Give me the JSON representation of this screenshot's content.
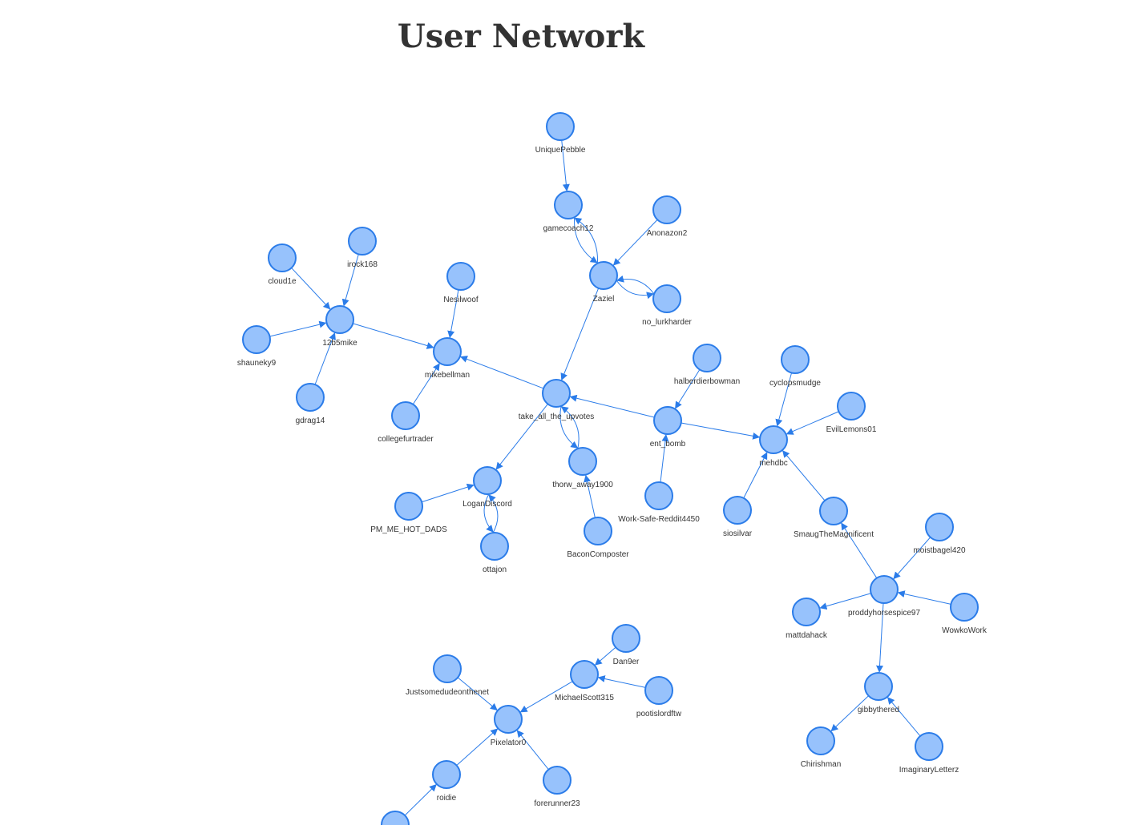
{
  "title": "User Network",
  "colors": {
    "node_fill": "#97c2fc",
    "node_border": "#2b7ce9",
    "edge": "#2b7ce9",
    "label": "#343434",
    "title": "#333333"
  },
  "nodes": [
    {
      "id": "UniquePebble",
      "label": "UniquePebble"
    },
    {
      "id": "gamecoach12",
      "label": "gamecoach12"
    },
    {
      "id": "Anonazon2",
      "label": "Anonazon2"
    },
    {
      "id": "Zaziel",
      "label": "Zaziel"
    },
    {
      "id": "no_lurkharder",
      "label": "no_lurkharder"
    },
    {
      "id": "irock168",
      "label": "irock168"
    },
    {
      "id": "cloud1e",
      "label": "cloud1e"
    },
    {
      "id": "12b5mike",
      "label": "12b5mike"
    },
    {
      "id": "shauneky9",
      "label": "shauneky9"
    },
    {
      "id": "gdrag14",
      "label": "gdrag14"
    },
    {
      "id": "Nesilwoof",
      "label": "Nesilwoof"
    },
    {
      "id": "mikebellman",
      "label": "mikebellman"
    },
    {
      "id": "collegefurtrader",
      "label": "collegefurtrader"
    },
    {
      "id": "take_all_the_upvotes",
      "label": "take_all_the_upvotes"
    },
    {
      "id": "halberdierbowman",
      "label": "halberdierbowman"
    },
    {
      "id": "ent_bomb",
      "label": "ent_bomb"
    },
    {
      "id": "cyclopsmudge",
      "label": "cyclopsmudge"
    },
    {
      "id": "EvilLemons01",
      "label": "EvilLemons01"
    },
    {
      "id": "mehdbc",
      "label": "mehdbc"
    },
    {
      "id": "thorw_away1900",
      "label": "thorw_away1900"
    },
    {
      "id": "LoganDiscord",
      "label": "LoganDiscord"
    },
    {
      "id": "PM_ME_HOT_DADS",
      "label": "PM_ME_HOT_DADS"
    },
    {
      "id": "ottajon",
      "label": "ottajon"
    },
    {
      "id": "BaconComposter",
      "label": "BaconComposter"
    },
    {
      "id": "Work-Safe-Reddit4450",
      "label": "Work-Safe-Reddit4450"
    },
    {
      "id": "siosilvar",
      "label": "siosilvar"
    },
    {
      "id": "SmaugTheMagnificent",
      "label": "SmaugTheMagnificent"
    },
    {
      "id": "moistbagel420",
      "label": "moistbagel420"
    },
    {
      "id": "proddyhorsespice97",
      "label": "proddyhorsespice97"
    },
    {
      "id": "mattdahack",
      "label": "mattdahack"
    },
    {
      "id": "WowkoWork",
      "label": "WowkoWork"
    },
    {
      "id": "gibbythered",
      "label": "gibbythered"
    },
    {
      "id": "Chirishman",
      "label": "Chirishman"
    },
    {
      "id": "ImaginaryLetterz",
      "label": "ImaginaryLetterz"
    },
    {
      "id": "Dan9er",
      "label": "Dan9er"
    },
    {
      "id": "MichaelScott315",
      "label": "MichaelScott315"
    },
    {
      "id": "pootislordftw",
      "label": "pootislordftw"
    },
    {
      "id": "Justsomedudeonthenet",
      "label": "Justsomedudeonthenet"
    },
    {
      "id": "Pixelator0",
      "label": "Pixelator0"
    },
    {
      "id": "roidie",
      "label": "roidie"
    },
    {
      "id": "forerunner23",
      "label": "forerunner23"
    },
    {
      "id": "offscreen-node",
      "label": ""
    }
  ],
  "edges": [
    {
      "from": "UniquePebble",
      "to": "gamecoach12"
    },
    {
      "from": "gamecoach12",
      "to": "Zaziel"
    },
    {
      "from": "Zaziel",
      "to": "gamecoach12"
    },
    {
      "from": "Anonazon2",
      "to": "Zaziel"
    },
    {
      "from": "Zaziel",
      "to": "no_lurkharder"
    },
    {
      "from": "no_lurkharder",
      "to": "Zaziel"
    },
    {
      "from": "Zaziel",
      "to": "take_all_the_upvotes"
    },
    {
      "from": "cloud1e",
      "to": "12b5mike"
    },
    {
      "from": "irock168",
      "to": "12b5mike"
    },
    {
      "from": "shauneky9",
      "to": "12b5mike"
    },
    {
      "from": "gdrag14",
      "to": "12b5mike"
    },
    {
      "from": "12b5mike",
      "to": "mikebellman"
    },
    {
      "from": "Nesilwoof",
      "to": "mikebellman"
    },
    {
      "from": "collegefurtrader",
      "to": "mikebellman"
    },
    {
      "from": "take_all_the_upvotes",
      "to": "mikebellman"
    },
    {
      "from": "take_all_the_upvotes",
      "to": "LoganDiscord"
    },
    {
      "from": "take_all_the_upvotes",
      "to": "thorw_away1900"
    },
    {
      "from": "thorw_away1900",
      "to": "take_all_the_upvotes"
    },
    {
      "from": "ent_bomb",
      "to": "take_all_the_upvotes"
    },
    {
      "from": "halberdierbowman",
      "to": "ent_bomb"
    },
    {
      "from": "Work-Safe-Reddit4450",
      "to": "ent_bomb"
    },
    {
      "from": "ent_bomb",
      "to": "mehdbc"
    },
    {
      "from": "cyclopsmudge",
      "to": "mehdbc"
    },
    {
      "from": "EvilLemons01",
      "to": "mehdbc"
    },
    {
      "from": "siosilvar",
      "to": "mehdbc"
    },
    {
      "from": "SmaugTheMagnificent",
      "to": "mehdbc"
    },
    {
      "from": "proddyhorsespice97",
      "to": "SmaugTheMagnificent"
    },
    {
      "from": "PM_ME_HOT_DADS",
      "to": "LoganDiscord"
    },
    {
      "from": "LoganDiscord",
      "to": "ottajon"
    },
    {
      "from": "ottajon",
      "to": "LoganDiscord"
    },
    {
      "from": "BaconComposter",
      "to": "thorw_away1900"
    },
    {
      "from": "moistbagel420",
      "to": "proddyhorsespice97"
    },
    {
      "from": "WowkoWork",
      "to": "proddyhorsespice97"
    },
    {
      "from": "proddyhorsespice97",
      "to": "mattdahack"
    },
    {
      "from": "proddyhorsespice97",
      "to": "gibbythered"
    },
    {
      "from": "gibbythered",
      "to": "Chirishman"
    },
    {
      "from": "ImaginaryLetterz",
      "to": "gibbythered"
    },
    {
      "from": "Dan9er",
      "to": "MichaelScott315"
    },
    {
      "from": "pootislordftw",
      "to": "MichaelScott315"
    },
    {
      "from": "MichaelScott315",
      "to": "Pixelator0"
    },
    {
      "from": "Justsomedudeonthenet",
      "to": "Pixelator0"
    },
    {
      "from": "roidie",
      "to": "Pixelator0"
    },
    {
      "from": "forerunner23",
      "to": "Pixelator0"
    },
    {
      "from": "offscreen-node",
      "to": "roidie"
    }
  ]
}
